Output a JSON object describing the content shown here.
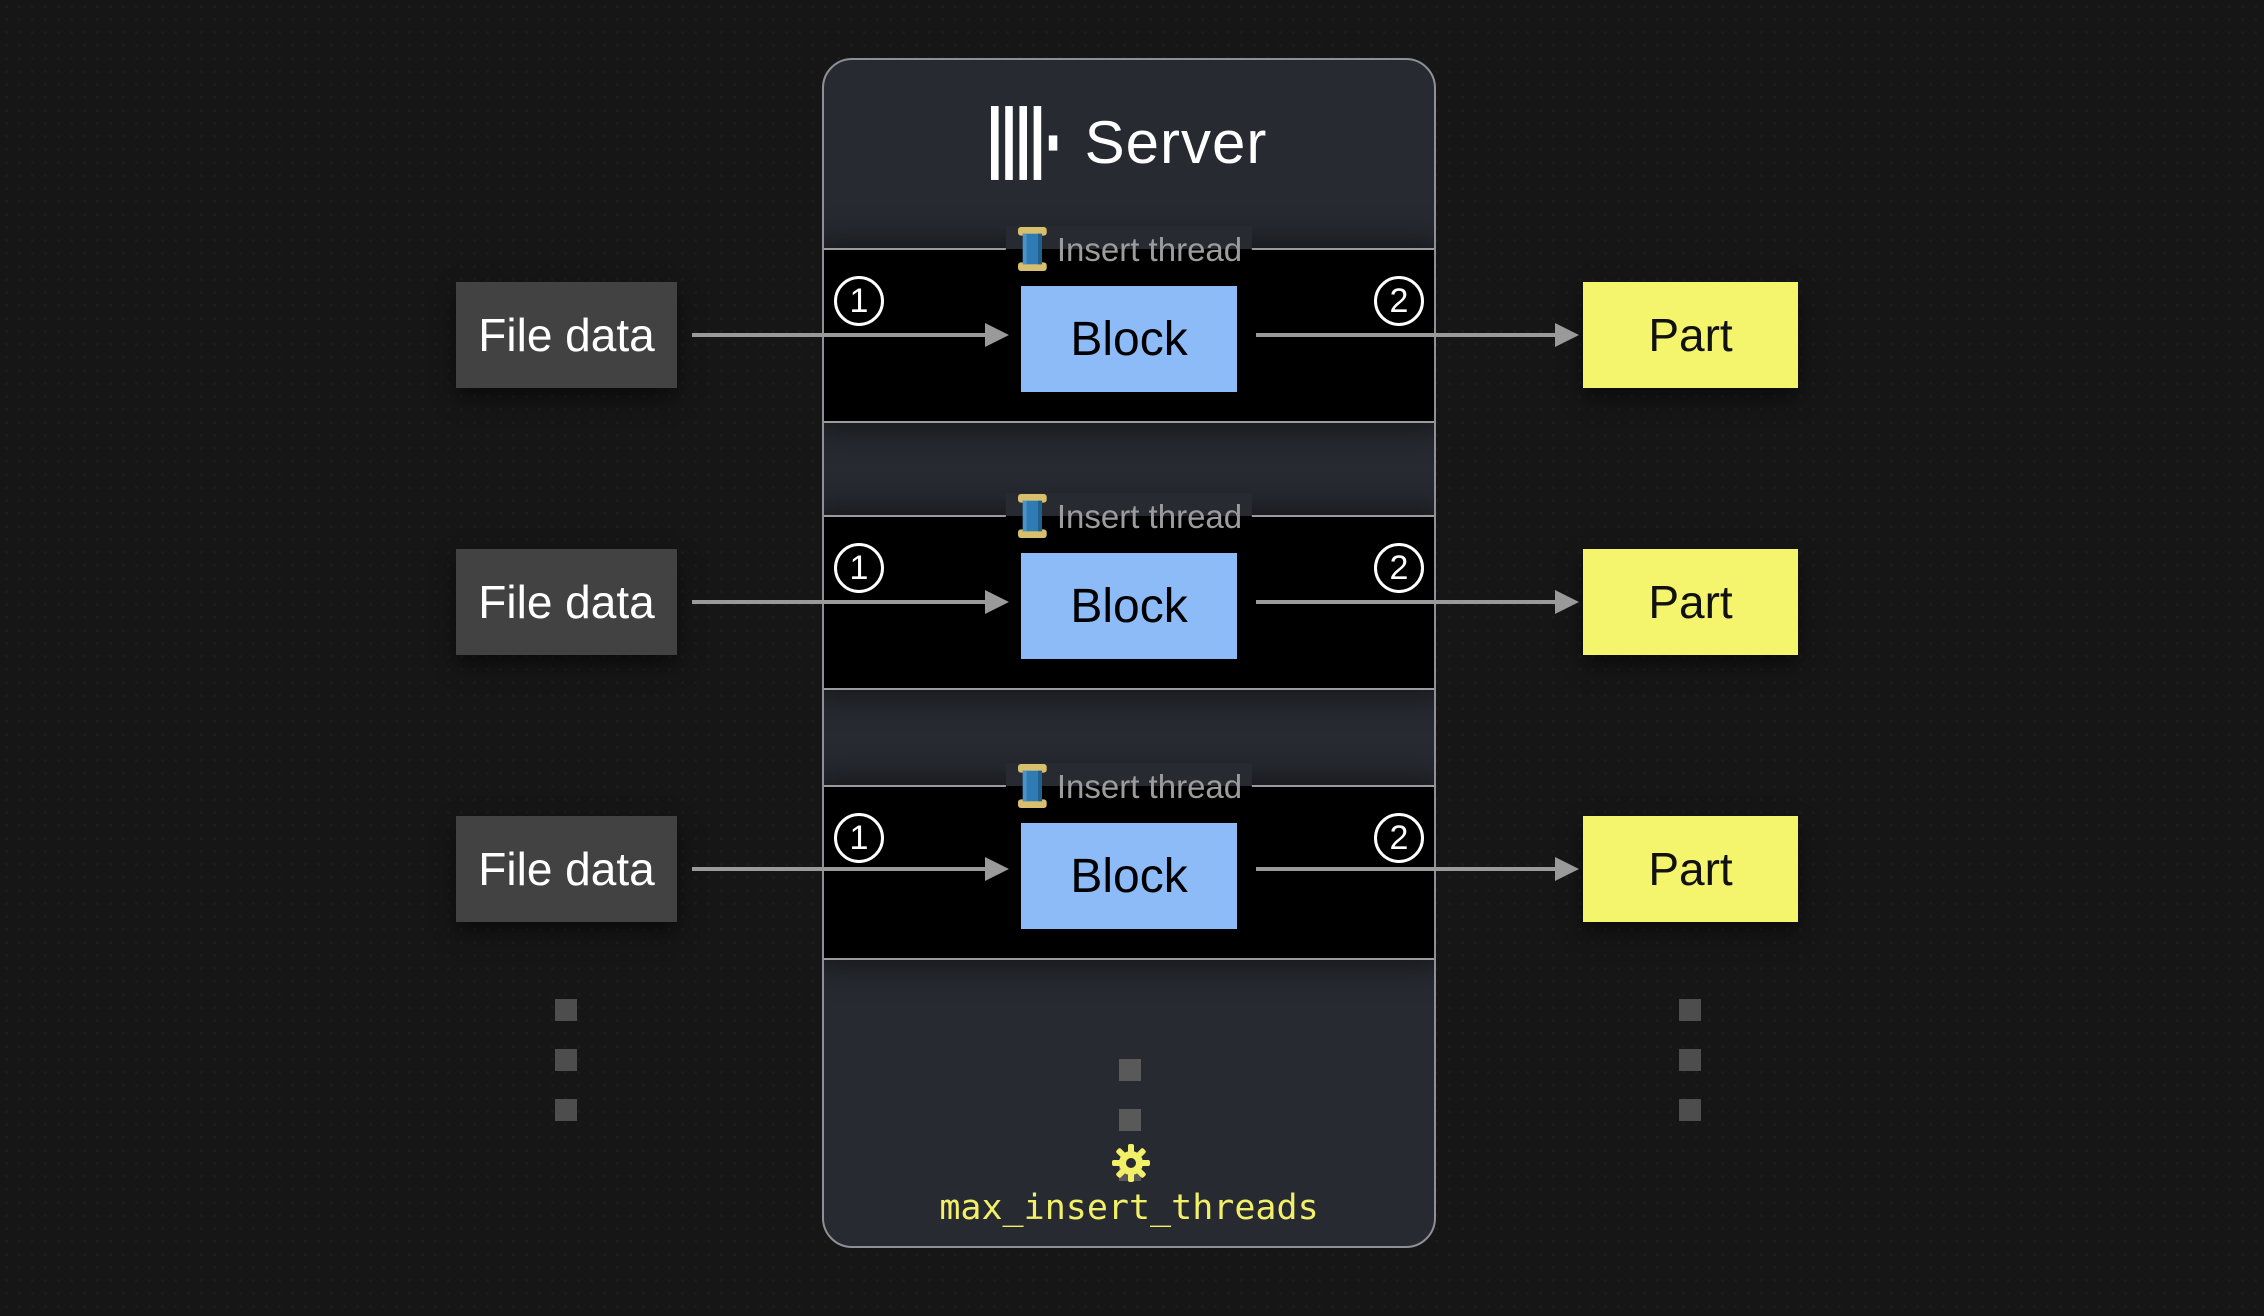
{
  "server": {
    "title": "Server",
    "setting_label": "max_insert_threads"
  },
  "rows": [
    {
      "input_label": "File data",
      "step_in": "1",
      "thread_label": "Insert thread",
      "block_label": "Block",
      "step_out": "2",
      "output_label": "Part"
    },
    {
      "input_label": "File data",
      "step_in": "1",
      "thread_label": "Insert thread",
      "block_label": "Block",
      "step_out": "2",
      "output_label": "Part"
    },
    {
      "input_label": "File data",
      "step_in": "1",
      "thread_label": "Insert thread",
      "block_label": "Block",
      "step_out": "2",
      "output_label": "Part"
    }
  ],
  "icons": {
    "logo": "clickhouse-bars-logo",
    "thread": "thread-spool",
    "gear": "gear"
  },
  "colors": {
    "panel_bg": "#272a31",
    "thread_box_bg": "#000000",
    "block_blue": "#8cbbf8",
    "part_yellow": "#f4f46d",
    "input_gray": "#424242",
    "setting_yellow": "#f2ef68",
    "arrow_gray": "#9a9a9a"
  }
}
